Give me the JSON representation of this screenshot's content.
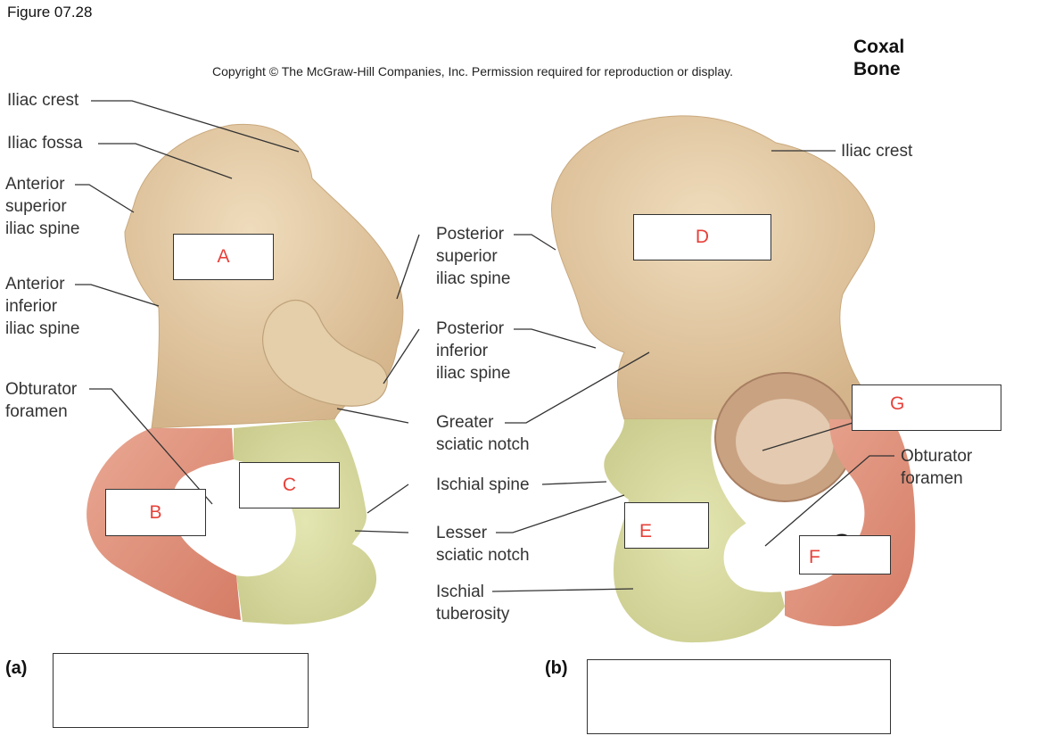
{
  "figure_title": "Figure 07.28",
  "copyright": "Copyright © The McGraw-Hill Companies, Inc. Permission required for reproduction or display.",
  "heading": {
    "line1": "Coxal",
    "line2": "Bone"
  },
  "labels_left": {
    "iliac_crest": "Iliac crest",
    "iliac_fossa": "Iliac fossa",
    "asis": [
      "Anterior",
      "superior",
      "iliac spine"
    ],
    "aiis": [
      "Anterior",
      "inferior",
      "iliac spine"
    ],
    "obturator": [
      "Obturator",
      "foramen"
    ]
  },
  "labels_center": {
    "psis": [
      "Posterior",
      "superior",
      "iliac spine"
    ],
    "piis": [
      "Posterior",
      "inferior",
      "iliac spine"
    ],
    "greater_notch": [
      "Greater",
      "sciatic notch"
    ],
    "ischial_spine": "Ischial spine",
    "lesser_notch": [
      "Lesser",
      "sciatic notch"
    ],
    "ischial_tuberosity": [
      "Ischial",
      "tuberosity"
    ]
  },
  "labels_right": {
    "iliac_crest": "Iliac crest",
    "obturator": [
      "Obturator",
      "foramen"
    ]
  },
  "answer_boxes": {
    "A": "A",
    "B": "B",
    "C": "C",
    "D": "D",
    "E": "E",
    "F": "F",
    "G": "G"
  },
  "panels": {
    "a": "(a)",
    "b": "(b)"
  },
  "colors": {
    "ilium": "#e6cda6",
    "ischium": "#d9dca0",
    "pubis": "#e39a86",
    "box_letter": "#e8413a"
  }
}
